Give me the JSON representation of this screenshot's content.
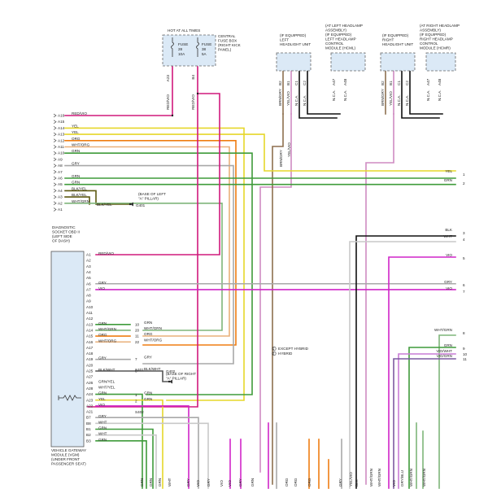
{
  "colors": {
    "RED/VIO": "#d0187c",
    "VIO": "#d025c8",
    "YEL": "#e6d72a",
    "ORG": "#ef7d12",
    "WHT/ORG": "#e9b07a",
    "GRN": "#3f9b3a",
    "GRY": "#a8a8a8",
    "BLK": "#111111",
    "WHT": "#c9c9c9",
    "BLK/YEL": "#5e5a12",
    "WHT/GRN": "#7fb57a",
    "GRN/YEL": "#9cb83a",
    "BRN/GRY": "#8d6f4e",
    "YEL/VIO": "#cf8bc2",
    "BLK/WHT": "#555555",
    "VIO/WHT": "#c97bd6",
    "VIO/GRN": "#7c5aa0",
    "GRY/BLU": "#7c93b8",
    "background": "#ffffff",
    "module_fill": "#dbe9f6"
  },
  "fuse_box": {
    "title": "HOT AT ALL TIMES",
    "location": [
      "CENTRAL",
      "FUSE BOX",
      "(RIGHT KICK",
      "PANEL)"
    ],
    "fuses": [
      {
        "name": "FUSE",
        "number": "28",
        "rating": "10A",
        "pin": "A23",
        "wire": "RED/VIO"
      },
      {
        "name": "FUSE",
        "number": "38",
        "rating": "5A",
        "pin": "B4",
        "wire": "RED/VIO"
      }
    ]
  },
  "headlight_units": [
    {
      "title": [
        "(IF EQUIPPED)",
        "LEFT",
        "HEADLIGHT UNIT"
      ],
      "pins": [
        "B2",
        "B1",
        "C1",
        "C2"
      ],
      "wires": [
        "BRN/GRY",
        "YEL/VIO",
        "N.C.A.",
        "N.C.A."
      ]
    },
    {
      "title": [
        "(IF EQUIPPED)",
        "RIGHT",
        "HEADLIGHT UNIT"
      ],
      "pins": [
        "B2",
        "B1",
        "C1",
        "C2"
      ],
      "wires": [
        "BRN/GRY",
        "YEL/VIO",
        "N.C.A.",
        "N.C.A."
      ]
    }
  ],
  "control_modules": [
    {
      "title": [
        "(AT LEFT HEADLAMP",
        "ASSEMBLY)",
        "(IF EQUIPPED)",
        "LEFT HEADLAMP",
        "CONTROL",
        "MODULE (HCML)"
      ],
      "pins": [
        "A47",
        "A48"
      ],
      "wires": [
        "N.C.A.",
        "N.C.A."
      ]
    },
    {
      "title": [
        "(AT RIGHT HEADLAMP",
        "ASSEMBLY)",
        "(IF EQUIPPED)",
        "RIGHT HEADLAMP",
        "CONTROL",
        "MODULE (HCMR)"
      ],
      "pins": [
        "A47",
        "A48"
      ],
      "wires": [
        "N.C.A.",
        "N.C.A."
      ]
    }
  ],
  "obd_socket": {
    "label": [
      "DIAGNOSTIC",
      "SOCKET OBD II",
      "(LEFT SIDE",
      "OF DASH)"
    ],
    "pins": [
      {
        "pin": "A16",
        "wire": "RED/VIO"
      },
      {
        "pin": "A15",
        "wire": ""
      },
      {
        "pin": "A14",
        "wire": "YEL"
      },
      {
        "pin": "A13",
        "wire": "YEL"
      },
      {
        "pin": "A12",
        "wire": "ORG"
      },
      {
        "pin": "A11",
        "wire": "WHT/ORG"
      },
      {
        "pin": "A10",
        "wire": "GRN"
      },
      {
        "pin": "A9",
        "wire": ""
      },
      {
        "pin": "A8",
        "wire": "GRY"
      },
      {
        "pin": "A7",
        "wire": ""
      },
      {
        "pin": "A6",
        "wire": "GRN"
      },
      {
        "pin": "A5",
        "wire": "GRN"
      },
      {
        "pin": "A4",
        "wire": "BLK/YEL"
      },
      {
        "pin": "A3",
        "wire": "BLK/YEL"
      },
      {
        "pin": "A2",
        "wire": "WHT/GRN"
      },
      {
        "pin": "A1",
        "wire": ""
      }
    ],
    "ground_wire": "BLK/YEL",
    "ground_label": [
      "(BASE OF LEFT",
      "\"A\" PILLAR)"
    ],
    "ground_id": "G401"
  },
  "gateway": {
    "label": [
      "VEHICLE GATEWAY",
      "MODULE (VGM)",
      "(UNDER FRONT",
      "PASSENGER SEAT)"
    ],
    "pins": [
      {
        "pin": "A1",
        "wire": "RED/VIO"
      },
      {
        "pin": "A2",
        "wire": ""
      },
      {
        "pin": "A3",
        "wire": ""
      },
      {
        "pin": "A4",
        "wire": ""
      },
      {
        "pin": "A5",
        "wire": ""
      },
      {
        "pin": "A6",
        "wire": "GRY"
      },
      {
        "pin": "A7",
        "wire": "VIO"
      },
      {
        "pin": "A8",
        "wire": ""
      },
      {
        "pin": "A9",
        "wire": ""
      },
      {
        "pin": "A10",
        "wire": ""
      },
      {
        "pin": "A11",
        "wire": ""
      },
      {
        "pin": "A12",
        "wire": ""
      },
      {
        "pin": "A13",
        "wire": "GRN"
      },
      {
        "pin": "A14",
        "wire": "WHT/GRN"
      },
      {
        "pin": "A15",
        "wire": "ORG"
      },
      {
        "pin": "A16",
        "wire": "WHT/ORG"
      },
      {
        "pin": "A17",
        "wire": ""
      },
      {
        "pin": "A18",
        "wire": ""
      },
      {
        "pin": "A19",
        "wire": "GRY"
      },
      {
        "pin": "A20",
        "wire": ""
      },
      {
        "pin": "A25",
        "wire": "BLK/WHT"
      },
      {
        "pin": "A27",
        "wire": ""
      },
      {
        "pin": "A26",
        "wire": "GRN/YEL"
      },
      {
        "pin": "A28",
        "wire": "WHT/YEL"
      },
      {
        "pin": "A24",
        "wire": "GRN"
      },
      {
        "pin": "A23",
        "wire": "YEL"
      },
      {
        "pin": "A22",
        "wire": "VIO"
      },
      {
        "pin": "A21",
        "wire": ""
      },
      {
        "pin": "B7",
        "wire": "GRY"
      },
      {
        "pin": "B8",
        "wire": "WHT"
      },
      {
        "pin": "B1",
        "wire": "GRN"
      },
      {
        "pin": "B2",
        "wire": "WHT"
      },
      {
        "pin": "B3",
        "wire": "GRN"
      }
    ],
    "splices": [
      "S401",
      "S402",
      "S403"
    ],
    "ground_label": [
      "(BASE OF RIGHT",
      "\"A\" PILLAR)"
    ],
    "ground_id": "G402"
  },
  "connector_refs": [
    {
      "id": "10",
      "wire": "GRN"
    },
    {
      "id": "20",
      "wire": "WHT/GRN"
    },
    {
      "id": "11",
      "wire": "ORG"
    },
    {
      "id": "22",
      "wire": "WHT/ORG"
    },
    {
      "id": "7",
      "wire": "GRY"
    },
    {
      "id": "1",
      "wire": "GRN"
    },
    {
      "id": "2",
      "wire": "GRN"
    },
    {
      "id": "8",
      "wire": "BLK/WHT"
    }
  ],
  "right_edge": [
    {
      "wire": "YEL",
      "ref": "1"
    },
    {
      "wire": "GRN",
      "ref": "2"
    },
    {
      "wire": "BLK",
      "ref": "3"
    },
    {
      "wire": "WHT",
      "ref": "4"
    },
    {
      "wire": "VIO",
      "ref": "5"
    },
    {
      "wire": "GRY",
      "ref": "6"
    },
    {
      "wire": "VIO",
      "ref": "7"
    },
    {
      "wire": "WHT/GRN",
      "ref": "8"
    },
    {
      "wire": "GRN",
      "ref": "9"
    },
    {
      "wire": "VIO/WHT",
      "ref": "10"
    },
    {
      "wire": "VIO/GRN",
      "ref": "11"
    }
  ],
  "legend": [
    {
      "symbol": "1",
      "text": "EXCEPT HYBRID"
    },
    {
      "symbol": "2",
      "text": "HYBRID"
    }
  ],
  "bottom_labels": [
    "GRN",
    "GRN",
    "GRN",
    "WHT",
    "GRY",
    "VIO",
    "GRY",
    "VIO",
    "VIO",
    "GRY",
    "GRN",
    "ORG",
    "ORG",
    "ORG",
    "GRY",
    "YEL/VIO",
    "BLK",
    "WHT/GRN",
    "WHT/GRN",
    "VIO",
    "GRY/BLU",
    "WHT/GRN",
    "WHT/GRN"
  ]
}
